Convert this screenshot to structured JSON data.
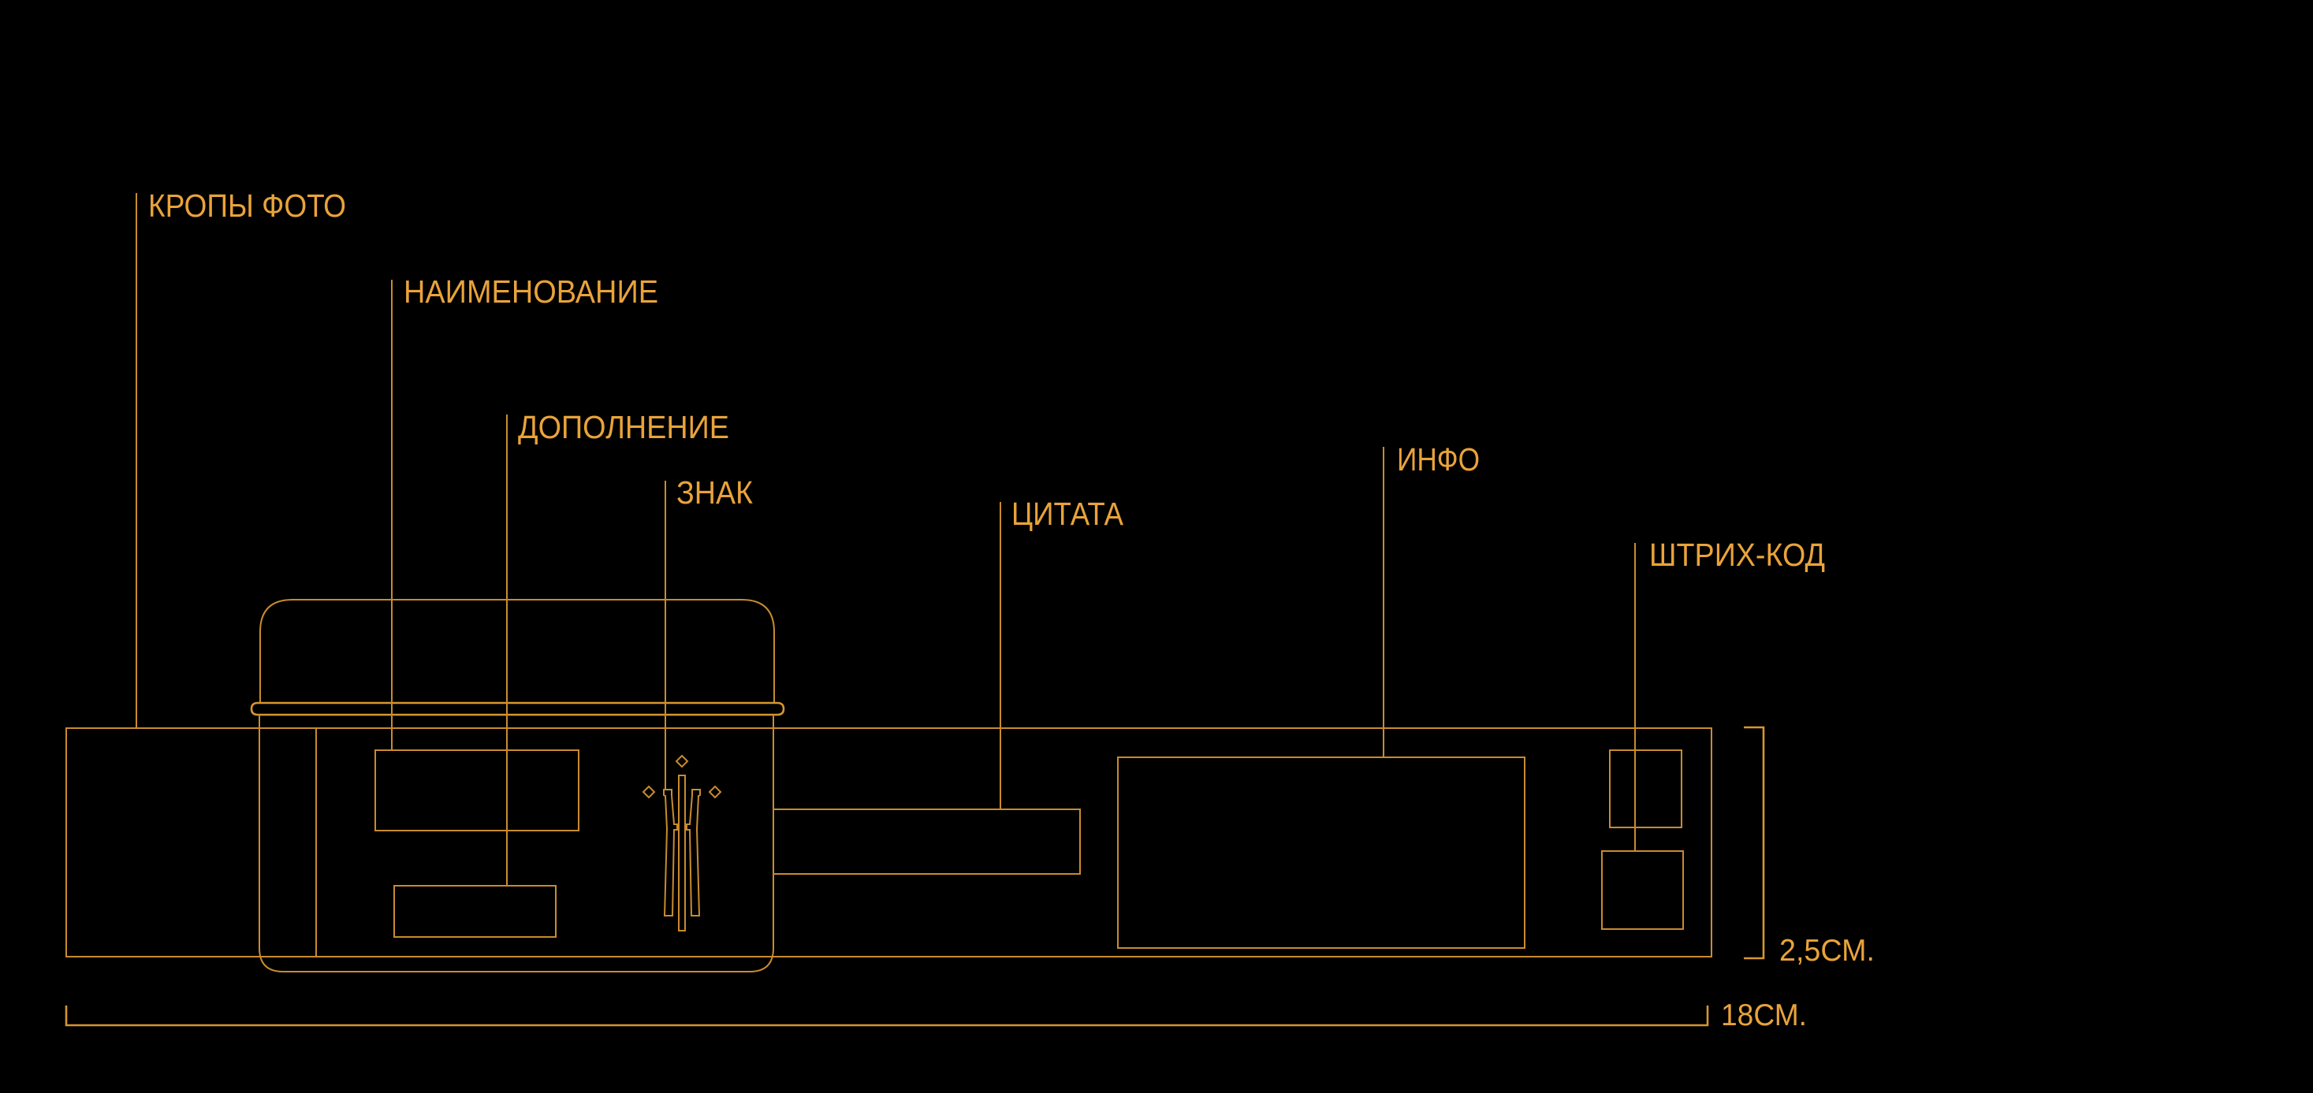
{
  "diagram": {
    "title": "Схема этикетки",
    "accent_color": "#E9A33A",
    "line_color": "#C98B2E",
    "background_color": "#000000"
  },
  "callouts": [
    {
      "id": "crops",
      "label": "КРОПЫ ФОТО"
    },
    {
      "id": "name",
      "label": "НАИМЕНОВАНИЕ"
    },
    {
      "id": "addition",
      "label": "ДОПОЛНЕНИЕ"
    },
    {
      "id": "sign",
      "label": "ЗНАК"
    },
    {
      "id": "quote",
      "label": "ЦИТАТА"
    },
    {
      "id": "info",
      "label": "ИНФО"
    },
    {
      "id": "barcode",
      "label": "ШТРИХ-КОД"
    }
  ],
  "dimensions": {
    "width_label": "18СМ.",
    "height_label": "2,5СМ.",
    "width_value_cm": 18,
    "height_value_cm": 2.5
  },
  "icons": {
    "emblem": "trident-emblem-icon"
  }
}
